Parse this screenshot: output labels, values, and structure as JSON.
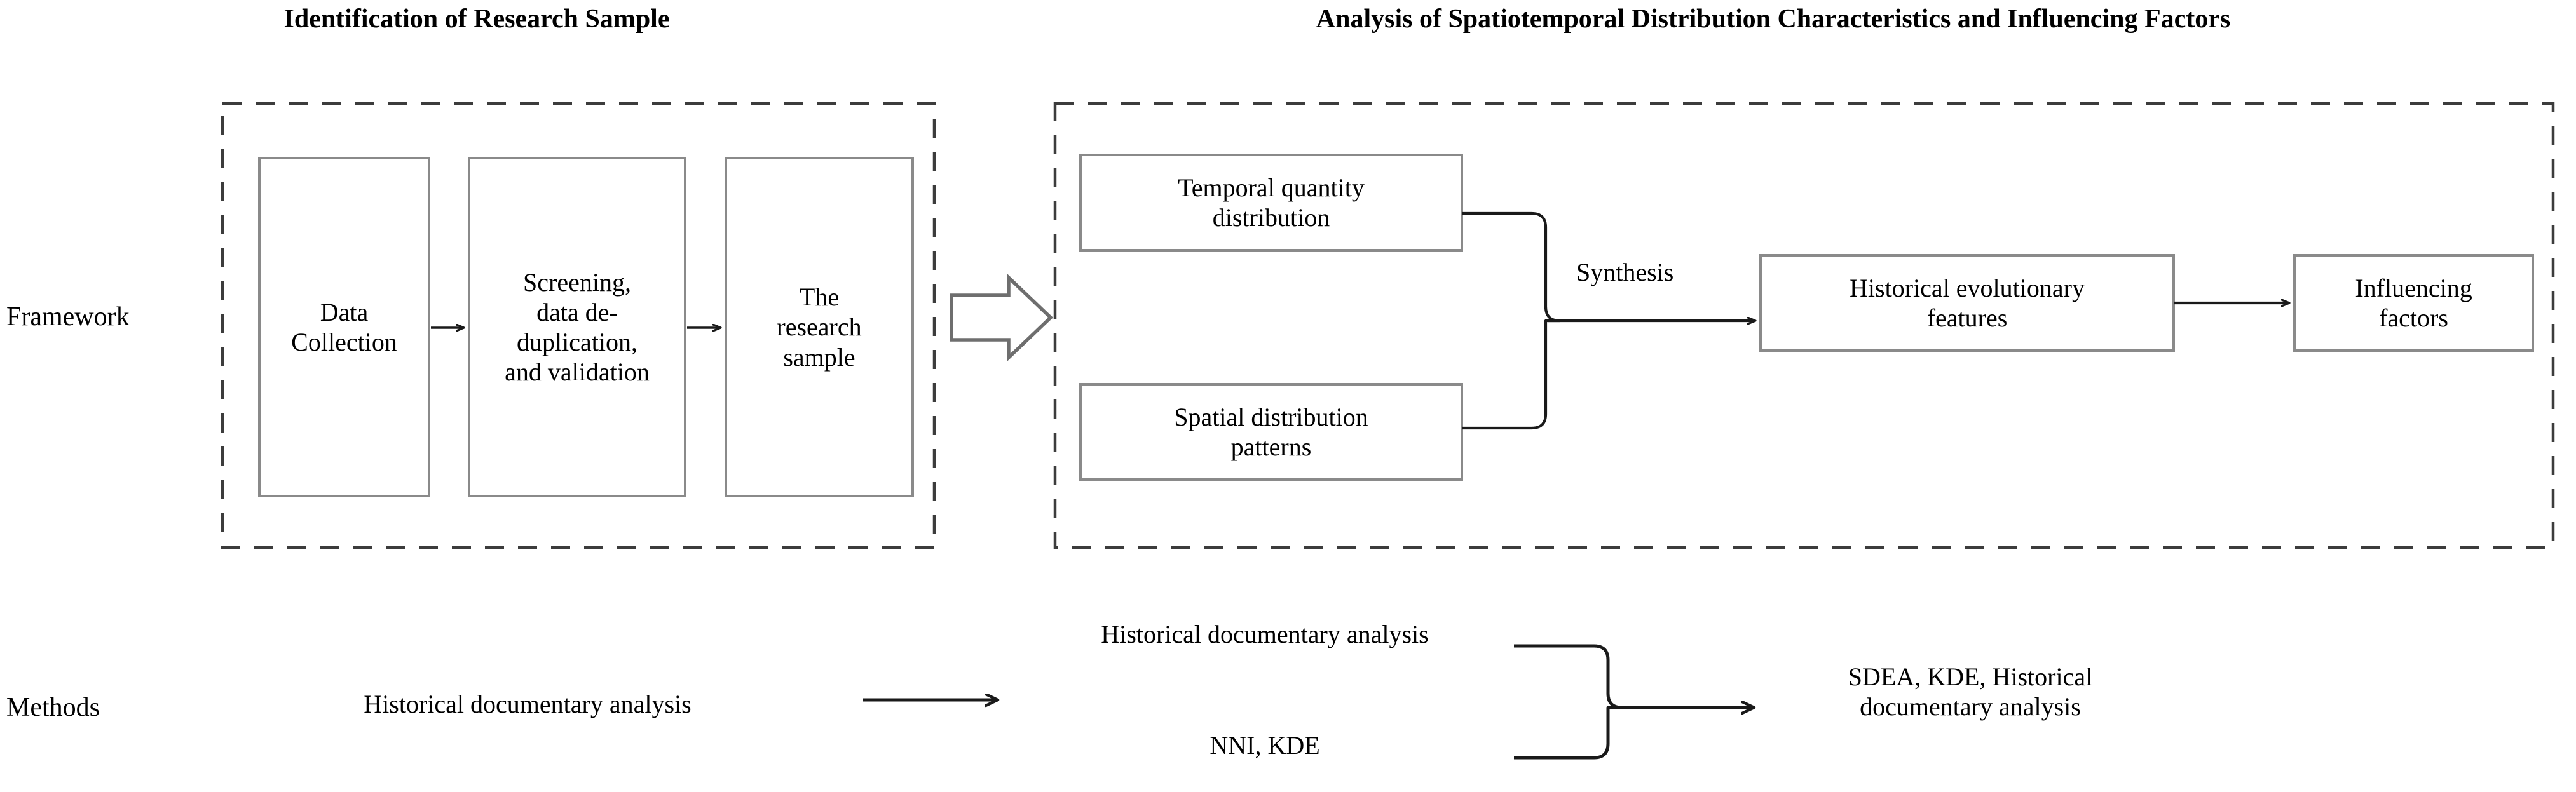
{
  "titles": {
    "left": "Identification of  Research Sample",
    "right": "Analysis of Spatiotemporal Distribution Characteristics and Influencing Factors"
  },
  "row_labels": {
    "framework": "Framework",
    "methods": "Methods"
  },
  "framework": {
    "stage1_boxes": [
      {
        "label": "Data\nCollection"
      },
      {
        "label": "Screening,\ndata de-\nduplication,\nand validation"
      },
      {
        "label": "The\nresearch\nsample"
      }
    ],
    "stage2_boxes": [
      {
        "label": "Temporal quantity\ndistribution"
      },
      {
        "label": "Spatial distribution\npatterns"
      },
      {
        "label": "Historical evolutionary\nfeatures"
      },
      {
        "label": "Influencing\nfactors"
      }
    ],
    "connector_label": "Synthesis"
  },
  "methods": {
    "stage1": "Historical documentary analysis",
    "stage2_top": "Historical documentary analysis",
    "stage2_bottom": "NNI, KDE",
    "stage2_result": "SDEA, KDE, Historical\ndocumentary analysis"
  },
  "colors": {
    "background": "#ffffff",
    "text": "#000000",
    "box_stroke": "#8a8a8a",
    "dashed_stroke": "#3c3c3c",
    "arrow_stroke": "#1a1a1a",
    "block_arrow_stroke": "#6e6e6e"
  },
  "icons": {
    "block_arrow": "block-arrow-right-icon",
    "arrow": "arrow-right-icon",
    "merge": "merge-connector-icon"
  }
}
